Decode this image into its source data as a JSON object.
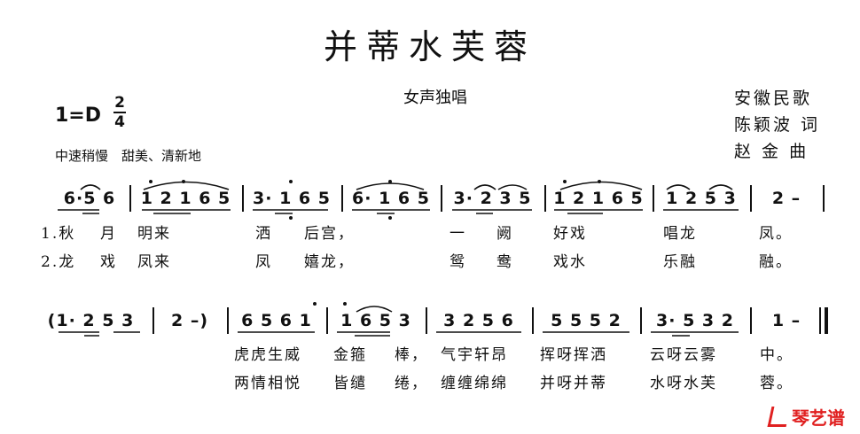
{
  "title": "并蒂水芙蓉",
  "subtitle": "女声独唱",
  "credits": [
    "安徽民歌",
    "陈颖波 词",
    "赵 金 曲"
  ],
  "key": "1=D",
  "time": {
    "top": "2",
    "bottom": "4"
  },
  "tempo": "中速稍慢　甜美、清新地",
  "line1": {
    "measures": [
      "6·5 6",
      "1 2 1 6 5",
      "3· 1 6 5",
      "6· 1 6 5",
      "3· 2 3 5",
      "1 2 1 6 5",
      "1 2 5 3",
      "2 –"
    ],
    "lyrics1": [
      "1.秋",
      "月",
      "明来",
      "洒",
      "后宫，",
      "一",
      "阙",
      "好戏",
      "唱龙",
      "凤。"
    ],
    "lyrics2": [
      "2.龙",
      "戏",
      "凤来",
      "凤",
      "嬉龙，",
      "鸳",
      "鸯",
      "戏水",
      "乐融",
      "融。"
    ]
  },
  "line2": {
    "measures": [
      "(1· 2 5 3",
      "2 –)",
      "6 5 6 1",
      "1 6 5 3",
      "3 2 5 6",
      "5 5 5 2",
      "3· 5 3 2",
      "1 –"
    ],
    "lyrics1": [
      "虎虎生威",
      "金箍",
      "棒，",
      "气宇轩昂",
      "挥呀挥洒",
      "云呀云雾",
      "中。"
    ],
    "lyrics2": [
      "两情相悦",
      "皆缱",
      "绻，",
      "缠缠绵绵",
      "并呀并蒂",
      "水呀水芙",
      "蓉。"
    ]
  },
  "logo": {
    "text": "琴艺谱",
    "color": "#e02020"
  }
}
